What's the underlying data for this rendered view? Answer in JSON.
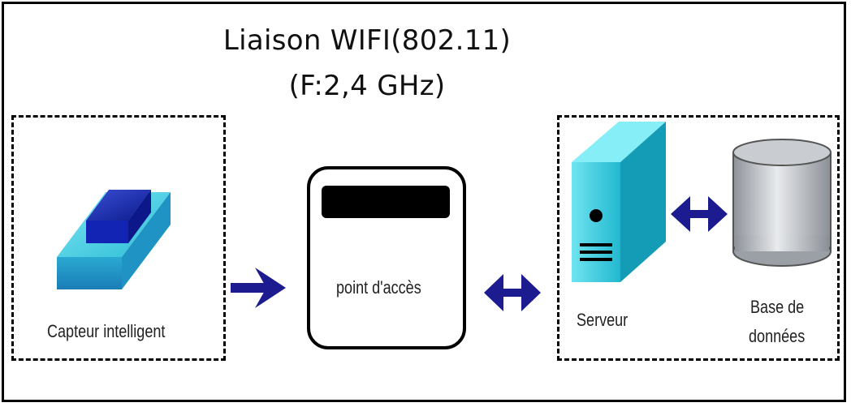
{
  "title": {
    "line1": "Liaison WIFI(802.11)",
    "line2": "(F:2,4 GHz)"
  },
  "nodes": {
    "sensor": "Capteur intelligent",
    "access_point": "point d'accès",
    "server": "Serveur",
    "database_line1": "Base de",
    "database_line2": "données"
  },
  "icons": {
    "sensor": "smart-sensor-icon",
    "server": "server-tower-icon",
    "database": "database-cylinder-icon",
    "arrow_right": "arrow-right-icon",
    "arrow_both": "double-arrow-icon"
  },
  "colors": {
    "cyan": "#2ec4d8",
    "navy": "#1c1b8f",
    "gray": "#b8bcc2"
  }
}
